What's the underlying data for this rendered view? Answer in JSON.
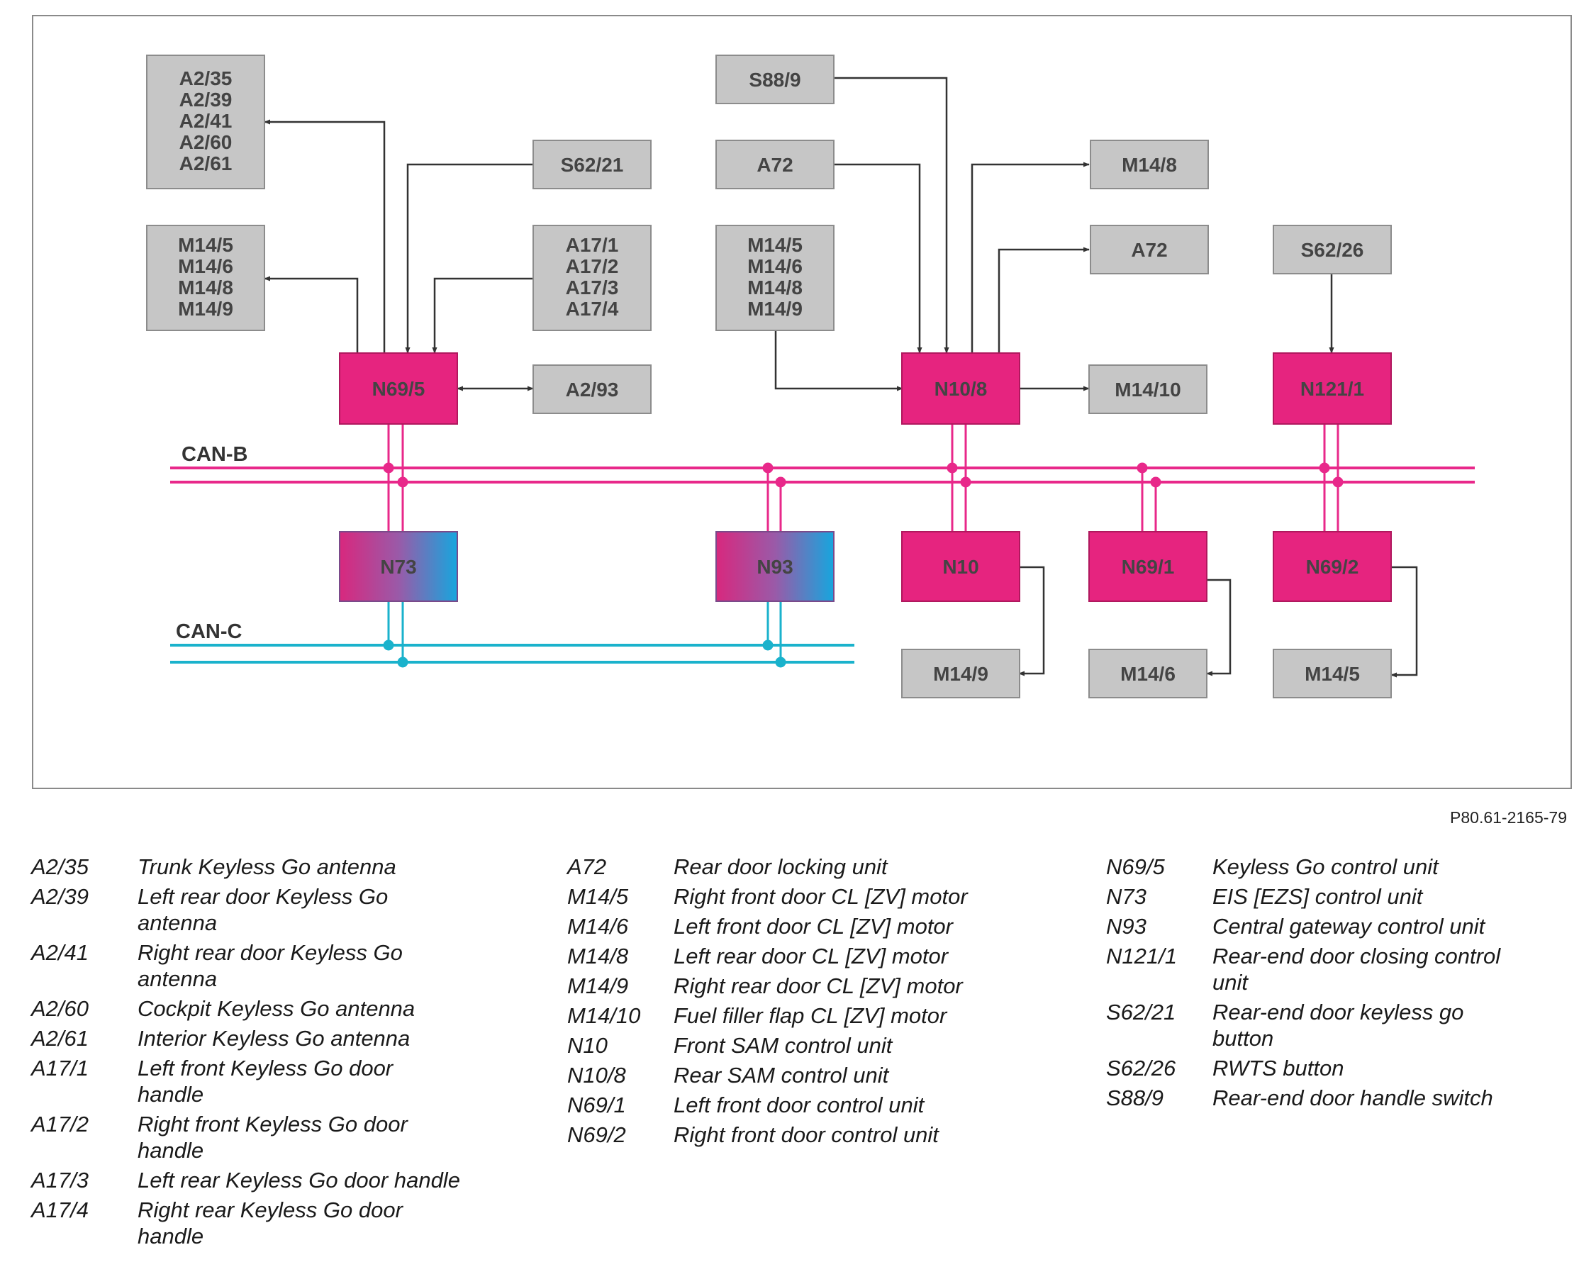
{
  "diagram": {
    "boxes": {
      "antennas": [
        "A2/35",
        "A2/39",
        "A2/41",
        "A2/60",
        "A2/61"
      ],
      "s62_21": "S62/21",
      "m14_group_left": [
        "M14/5",
        "M14/6",
        "M14/8",
        "M14/9"
      ],
      "a17_group": [
        "A17/1",
        "A17/2",
        "A17/3",
        "A17/4"
      ],
      "n69_5": "N69/5",
      "a2_93": "A2/93",
      "s88_9": "S88/9",
      "a72_in": "A72",
      "m14_group_mid": [
        "M14/5",
        "M14/6",
        "M14/8",
        "M14/9"
      ],
      "n10_8": "N10/8",
      "m14_8": "M14/8",
      "a72_out": "A72",
      "m14_10": "M14/10",
      "s62_26": "S62/26",
      "n121_1": "N121/1",
      "n73": "N73",
      "n93": "N93",
      "n10": "N10",
      "n69_1": "N69/1",
      "n69_2": "N69/2",
      "m14_9": "M14/9",
      "m14_6": "M14/6",
      "m14_5": "M14/5"
    },
    "buses": {
      "can_b": "CAN-B",
      "can_c": "CAN-C"
    },
    "colors": {
      "control_unit": "#e6247f",
      "component": "#c6c6c6",
      "can_b": "#e8288a",
      "can_c": "#1ab2cc",
      "gradient_end": "#16a6de"
    }
  },
  "reference": "P80.61-2165-79",
  "legend": {
    "col1": [
      {
        "code": "A2/35",
        "desc": [
          "Trunk Keyless Go antenna"
        ]
      },
      {
        "code": "A2/39",
        "desc": [
          "Left rear door Keyless Go",
          "antenna"
        ]
      },
      {
        "code": "A2/41",
        "desc": [
          "Right rear door Keyless Go",
          "antenna"
        ]
      },
      {
        "code": "A2/60",
        "desc": [
          "Cockpit Keyless Go antenna"
        ]
      },
      {
        "code": "A2/61",
        "desc": [
          "Interior Keyless Go antenna"
        ]
      },
      {
        "code": "A17/1",
        "desc": [
          "Left front Keyless Go door",
          "handle"
        ]
      },
      {
        "code": "A17/2",
        "desc": [
          "Right front Keyless Go door",
          "handle"
        ]
      },
      {
        "code": "A17/3",
        "desc": [
          "Left rear Keyless Go door handle"
        ]
      },
      {
        "code": "A17/4",
        "desc": [
          "Right rear Keyless Go door",
          "handle"
        ]
      }
    ],
    "col2": [
      {
        "code": "A72",
        "desc": [
          "Rear door locking unit"
        ]
      },
      {
        "code": "M14/5",
        "desc": [
          "Right front door CL [ZV] motor"
        ]
      },
      {
        "code": "M14/6",
        "desc": [
          "Left front door CL [ZV] motor"
        ]
      },
      {
        "code": "M14/8",
        "desc": [
          "Left rear door CL [ZV] motor"
        ]
      },
      {
        "code": "M14/9",
        "desc": [
          "Right rear door CL [ZV] motor"
        ]
      },
      {
        "code": "M14/10",
        "desc": [
          "Fuel filler flap CL [ZV] motor"
        ]
      },
      {
        "code": "N10",
        "desc": [
          "Front SAM control unit"
        ]
      },
      {
        "code": "N10/8",
        "desc": [
          "Rear SAM control unit"
        ]
      },
      {
        "code": "N69/1",
        "desc": [
          "Left front door control unit"
        ]
      },
      {
        "code": "N69/2",
        "desc": [
          "Right front door control unit"
        ]
      }
    ],
    "col3": [
      {
        "code": "N69/5",
        "desc": [
          "Keyless Go control unit"
        ]
      },
      {
        "code": "N73",
        "desc": [
          "EIS [EZS] control unit"
        ]
      },
      {
        "code": "N93",
        "desc": [
          "Central gateway control unit"
        ]
      },
      {
        "code": "N121/1",
        "desc": [
          "Rear-end door closing control",
          "unit"
        ]
      },
      {
        "code": "S62/21",
        "desc": [
          "Rear-end door keyless go",
          "button"
        ]
      },
      {
        "code": "S62/26",
        "desc": [
          "RWTS button"
        ]
      },
      {
        "code": "S88/9",
        "desc": [
          "Rear-end door handle switch"
        ]
      }
    ]
  }
}
